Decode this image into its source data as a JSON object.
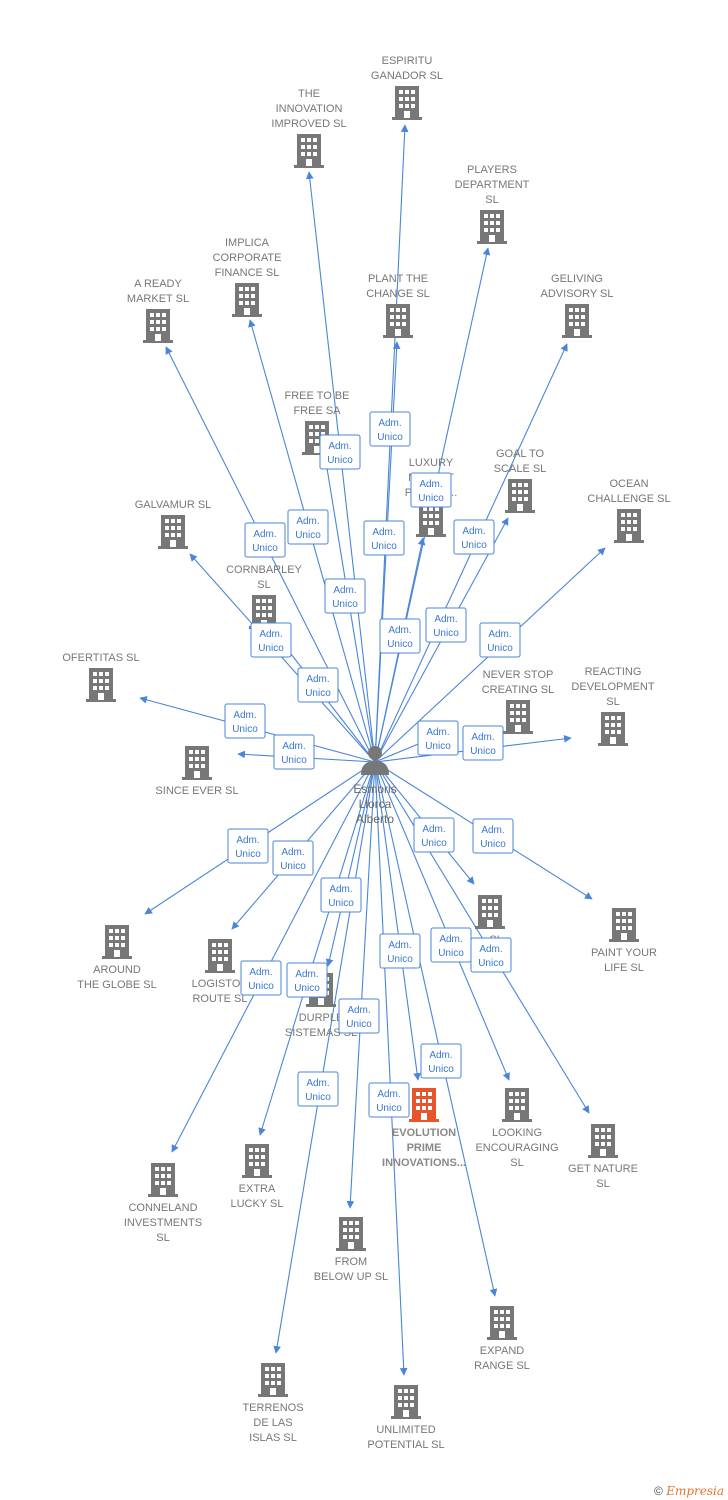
{
  "center": {
    "name_lines": [
      "Esmoris",
      "Llorca",
      "Alberto"
    ]
  },
  "relation_label_lines": [
    "Adm.",
    "Unico"
  ],
  "colors": {
    "edge": "#4a86d8",
    "building": "#777777",
    "building_focus": "#e8542c"
  },
  "companies": [
    {
      "id": "espiritu",
      "lines": [
        "ESPIRITU",
        "GANADOR SL"
      ]
    },
    {
      "id": "innovation-improved",
      "lines": [
        "THE",
        "INNOVATION",
        "IMPROVED SL"
      ]
    },
    {
      "id": "players",
      "lines": [
        "PLAYERS",
        "DEPARTMENT",
        "SL"
      ]
    },
    {
      "id": "implica",
      "lines": [
        "IMPLICA",
        "CORPORATE",
        "FINANCE SL"
      ]
    },
    {
      "id": "plant",
      "lines": [
        "PLANT THE",
        "CHANGE SL"
      ]
    },
    {
      "id": "geliving",
      "lines": [
        "GELIVING",
        "ADVISORY SL"
      ]
    },
    {
      "id": "ready",
      "lines": [
        "A READY",
        "MARKET SL"
      ]
    },
    {
      "id": "free",
      "lines": [
        "FREE TO BE",
        "FREE SA"
      ]
    },
    {
      "id": "luxury",
      "lines": [
        "LUXURY",
        "MARKET",
        "PRO... S..."
      ]
    },
    {
      "id": "goal",
      "lines": [
        "GOAL TO",
        "SCALE SL"
      ]
    },
    {
      "id": "ocean",
      "lines": [
        "OCEAN",
        "CHALLENGE SL"
      ]
    },
    {
      "id": "galvamur",
      "lines": [
        "GALVAMUR SL"
      ]
    },
    {
      "id": "cornbarley",
      "lines": [
        "CORNBARLEY",
        "SL"
      ]
    },
    {
      "id": "ofertitas",
      "lines": [
        "OFERTITAS SL"
      ]
    },
    {
      "id": "never-stop",
      "lines": [
        "NEVER STOP",
        "CREATING SL"
      ]
    },
    {
      "id": "reacting",
      "lines": [
        "REACTING",
        "DEVELOPMENT",
        "SL"
      ]
    },
    {
      "id": "since-ever",
      "lines": [
        "SINCE EVER SL"
      ]
    },
    {
      "id": "around",
      "lines": [
        "AROUND",
        "THE GLOBE SL"
      ]
    },
    {
      "id": "logistou",
      "lines": [
        "LOGISTOU",
        "ROUTE SL"
      ]
    },
    {
      "id": "durple",
      "lines": [
        "DURPLE",
        "SISTEMAS SL"
      ]
    },
    {
      "id": "hidden",
      "lines": [
        "... SL"
      ]
    },
    {
      "id": "paint",
      "lines": [
        "PAINT YOUR",
        "LIFE SL"
      ]
    },
    {
      "id": "evolution",
      "lines": [
        "EVOLUTION",
        "PRIME",
        "INNOVATIONS..."
      ],
      "focus": true
    },
    {
      "id": "looking",
      "lines": [
        "LOOKING",
        "ENCOURAGING",
        "SL"
      ]
    },
    {
      "id": "get-nature",
      "lines": [
        "GET NATURE",
        "SL"
      ]
    },
    {
      "id": "conneland",
      "lines": [
        "CONNELAND",
        "INVESTMENTS",
        "SL"
      ]
    },
    {
      "id": "extra",
      "lines": [
        "EXTRA",
        "LUCKY SL"
      ]
    },
    {
      "id": "from-below",
      "lines": [
        "FROM",
        "BELOW UP SL"
      ]
    },
    {
      "id": "expand",
      "lines": [
        "EXPAND",
        "RANGE SL"
      ]
    },
    {
      "id": "terrenos",
      "lines": [
        "TERRENOS",
        "DE LAS",
        "ISLAS SL"
      ]
    },
    {
      "id": "unlimited",
      "lines": [
        "UNLIMITED",
        "POTENTIAL SL"
      ]
    }
  ],
  "footer": {
    "copyright": "©",
    "brand": "Empresia"
  }
}
